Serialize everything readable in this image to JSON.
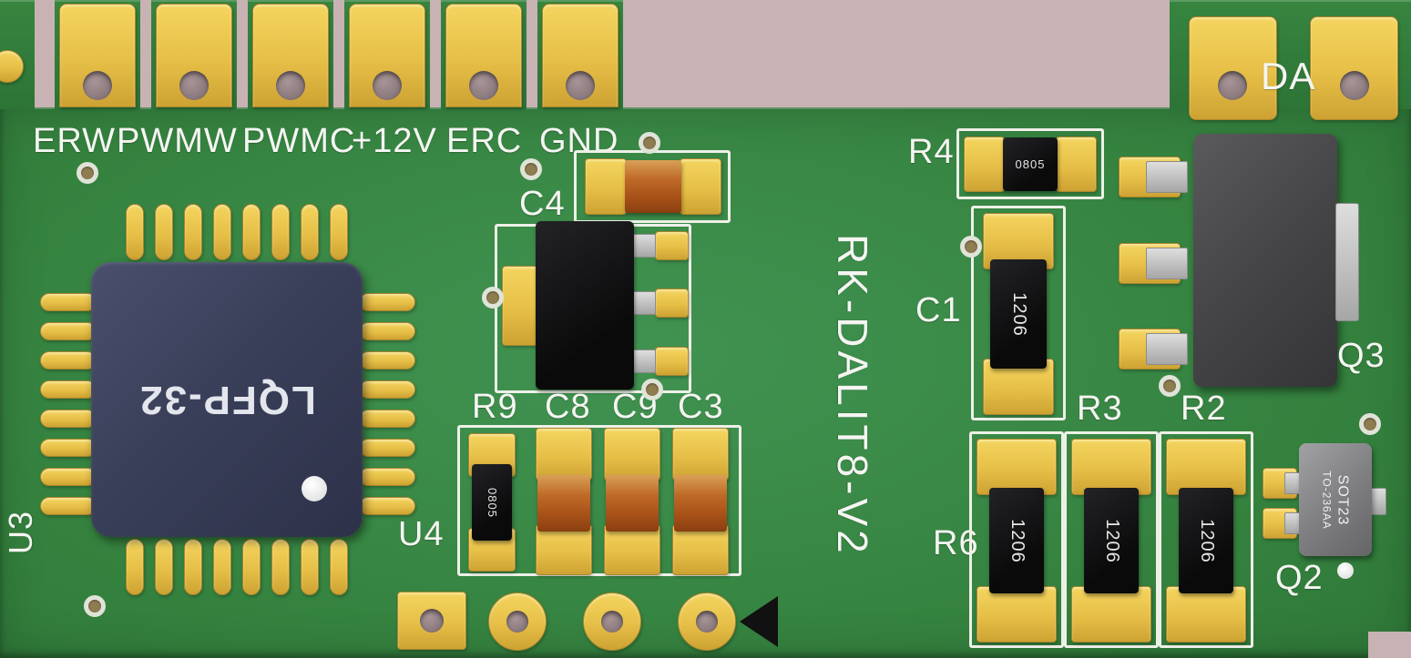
{
  "board": {
    "silkscreen_title": "RK-DALIT8-V2",
    "colors": {
      "background": "#c9b2b4",
      "pcb_green": "#35823f",
      "pad_gold": "#e6bf47",
      "silkscreen": "#f5f5f2",
      "ic_navy": "#3a3f59",
      "component_black": "#111111",
      "capacitor_orange": "#bf6a28"
    }
  },
  "connectors": {
    "labels": [
      "ERW",
      "PWMW",
      "PWMC",
      "+12V",
      "ERC",
      "GND"
    ],
    "da_label": "DA"
  },
  "references": {
    "u3": "U3",
    "u4": "U4",
    "c4": "C4",
    "r9": "R9",
    "c8": "C8",
    "c9": "C9",
    "c3": "C3",
    "r4": "R4",
    "c1": "C1",
    "r3": "R3",
    "r2": "R2",
    "r6": "R6",
    "q3": "Q3",
    "q2": "Q2"
  },
  "packages": {
    "lqfp32": "LQFP-32",
    "p0805": "0805",
    "p1206": "1206",
    "sot23": "SOT23",
    "to236aa": "TO-236AA"
  }
}
